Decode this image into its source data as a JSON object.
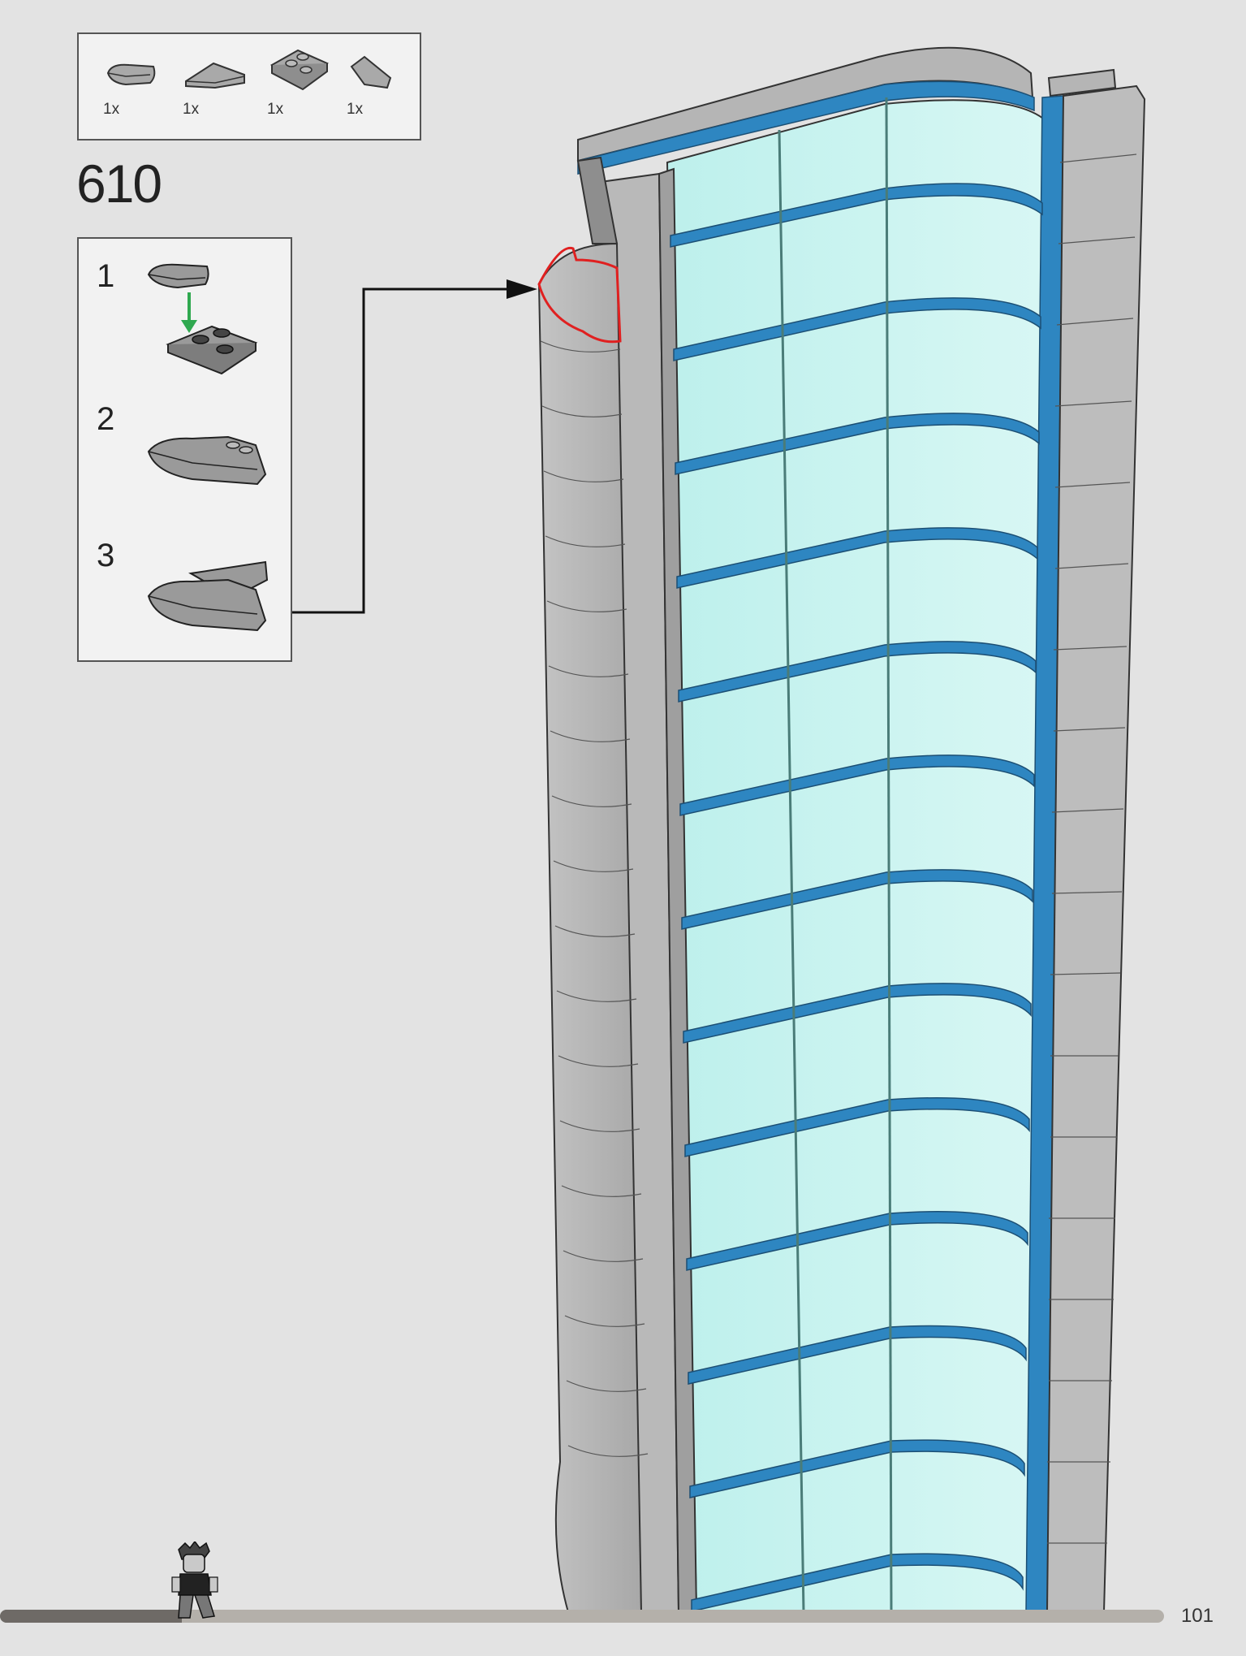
{
  "parts_list": {
    "items": [
      {
        "icon": "curved-slope-1x2-icon",
        "quantity": "1x"
      },
      {
        "icon": "wedge-slope-icon",
        "quantity": "1x"
      },
      {
        "icon": "wedge-plate-icon",
        "quantity": "1x"
      },
      {
        "icon": "wedge-tile-icon",
        "quantity": "1x"
      }
    ]
  },
  "step": {
    "number": "610"
  },
  "sub_steps": [
    {
      "number": "1"
    },
    {
      "number": "2"
    },
    {
      "number": "3"
    }
  ],
  "page": {
    "number": "101"
  },
  "progress": {
    "fraction": 0.156
  },
  "colors": {
    "background": "#e3e3e3",
    "brick_gray": "#b9b9b9",
    "glass": "#c8f2ef",
    "blue_trim": "#2e86c1",
    "highlight_red": "#e02020",
    "arrow_green": "#2fa84f"
  }
}
